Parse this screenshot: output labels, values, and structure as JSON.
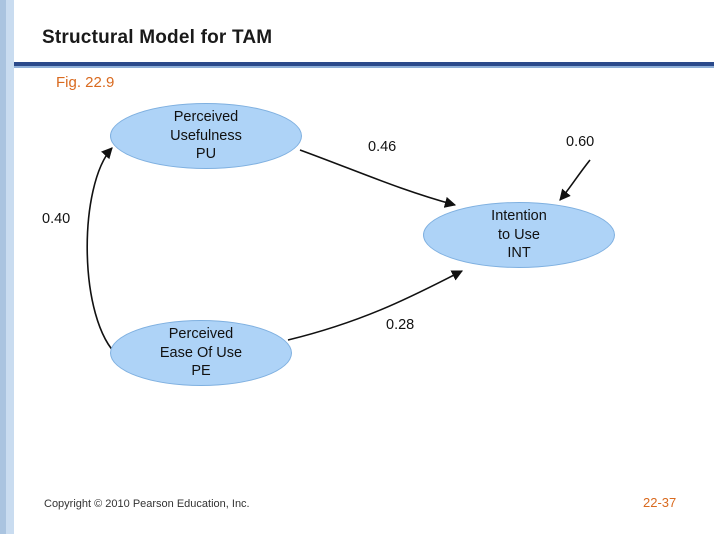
{
  "slide": {
    "title": "Structural Model for TAM",
    "figure_label": "Fig. 22.9",
    "footer_copyright": "Copyright © 2010 Pearson Education, Inc.",
    "footer_page": "22-37",
    "accent_color": "#d96a1f",
    "rule_color": "#2b4a8b",
    "node_fill": "#aed3f7"
  },
  "diagram": {
    "type": "path-diagram",
    "nodes": [
      {
        "id": "PU",
        "lines": [
          "Perceived",
          "Usefulness",
          "PU"
        ]
      },
      {
        "id": "INT",
        "lines": [
          "Intention",
          "to Use",
          "INT"
        ]
      },
      {
        "id": "PE",
        "lines": [
          "Perceived",
          "Ease Of Use",
          "PE"
        ]
      }
    ],
    "paths": [
      {
        "from": "PE",
        "to": "PU",
        "coefficient": "0.40"
      },
      {
        "from": "PU",
        "to": "INT",
        "coefficient": "0.46"
      },
      {
        "from": "PU",
        "to": "INT",
        "coefficient": "0.60"
      },
      {
        "from": "PE",
        "to": "INT",
        "coefficient": "0.28"
      }
    ]
  }
}
